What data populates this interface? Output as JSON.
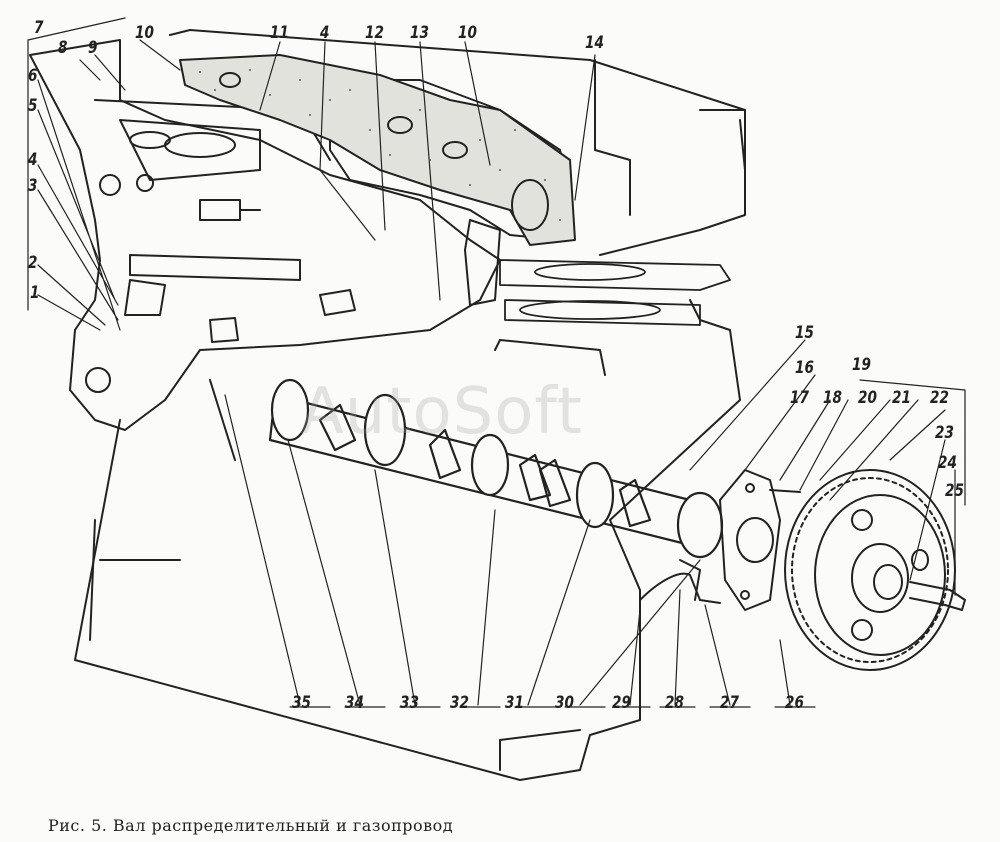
{
  "figure": {
    "caption": "Рис. 5. Вал распределительный и газопровод",
    "watermark": "AutoSoft",
    "callouts": [
      "1",
      "2",
      "3",
      "4",
      "5",
      "6",
      "7",
      "8",
      "9",
      "10",
      "11",
      "4",
      "12",
      "13",
      "10",
      "14",
      "15",
      "16",
      "17",
      "18",
      "19",
      "20",
      "21",
      "22",
      "23",
      "24",
      "25",
      "26",
      "27",
      "28",
      "29",
      "30",
      "31",
      "32",
      "33",
      "34",
      "35"
    ]
  },
  "colors": {
    "ink": "#222222",
    "paper": "#fbfbf9",
    "gasket_speckle": "#555555"
  }
}
